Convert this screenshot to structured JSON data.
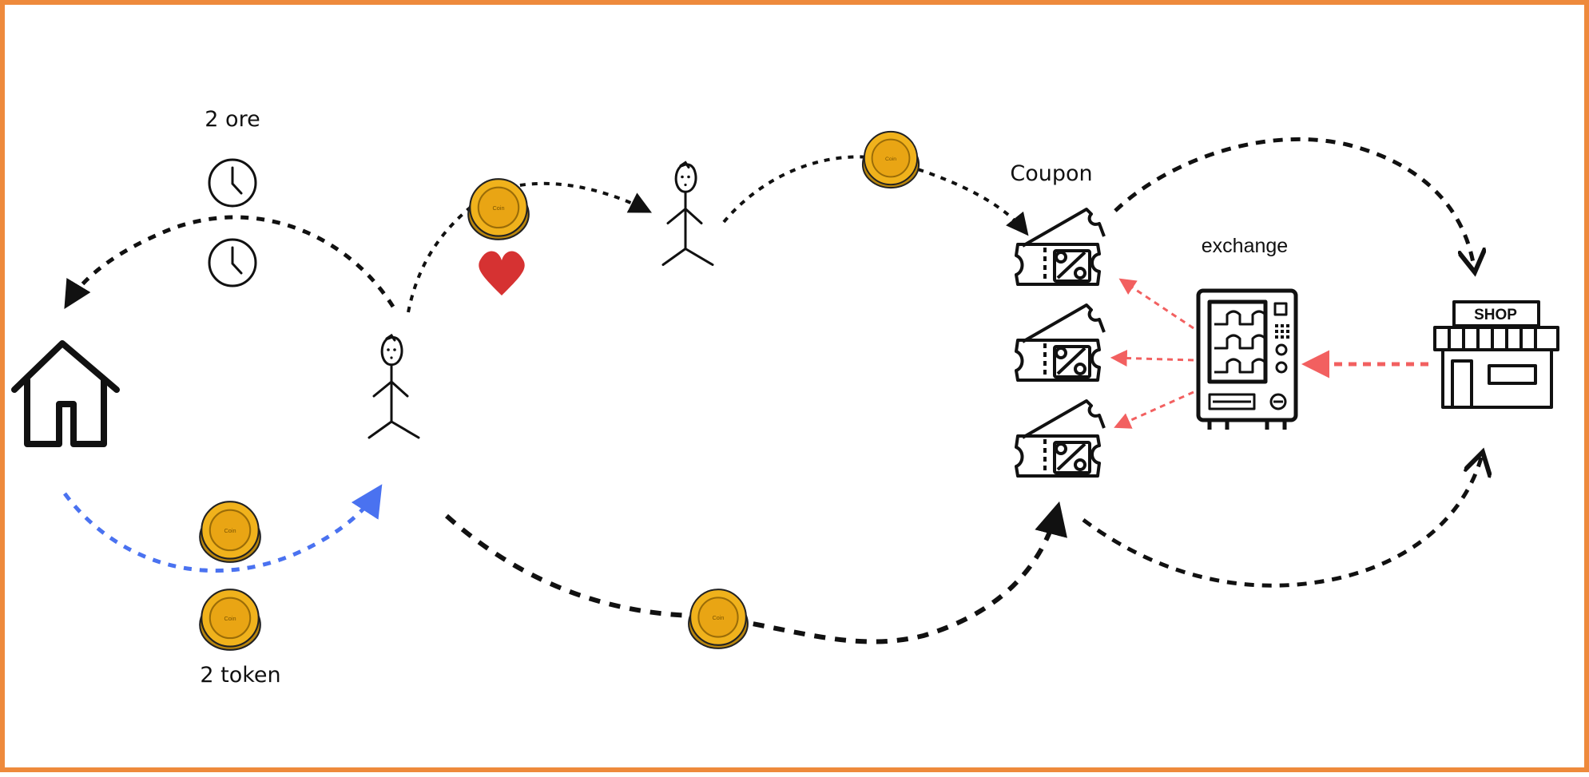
{
  "labels": {
    "ore": "2 ore",
    "token": "2 token",
    "coupon": "Coupon",
    "exchange": "exchange",
    "shop": "SHOP"
  },
  "colors": {
    "border": "#ee8a3c",
    "blue_arrow": "#4a72f0",
    "red_arrow": "#f26060",
    "heart": "#d63232",
    "coin": "#f0b21c"
  },
  "icons": [
    "house-icon",
    "clock-icon",
    "stick-figure-icon",
    "coin-icon",
    "heart-icon",
    "coupon-ticket-icon",
    "vending-machine-icon",
    "shop-icon"
  ]
}
